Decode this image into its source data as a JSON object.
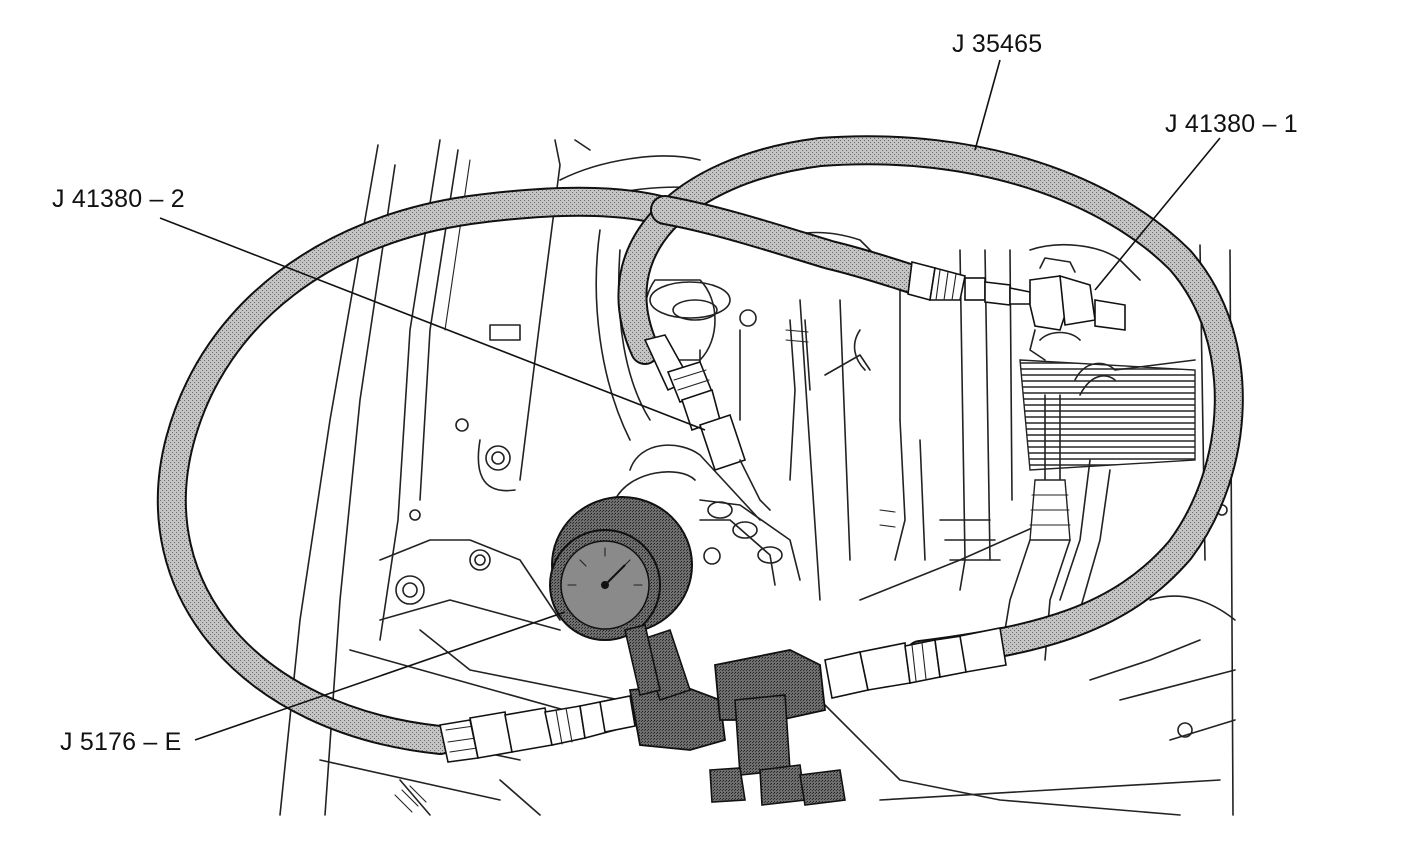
{
  "callouts": {
    "j35465": "J 35465",
    "j41380_1": "J 41380 – 1",
    "j41380_2": "J 41380 – 2",
    "j5176e": "J 5176 – E"
  },
  "colors": {
    "ink": "#111111",
    "hose_fill": "#bdbdbd",
    "gauge_fill": "#555555",
    "background": "#ffffff"
  }
}
